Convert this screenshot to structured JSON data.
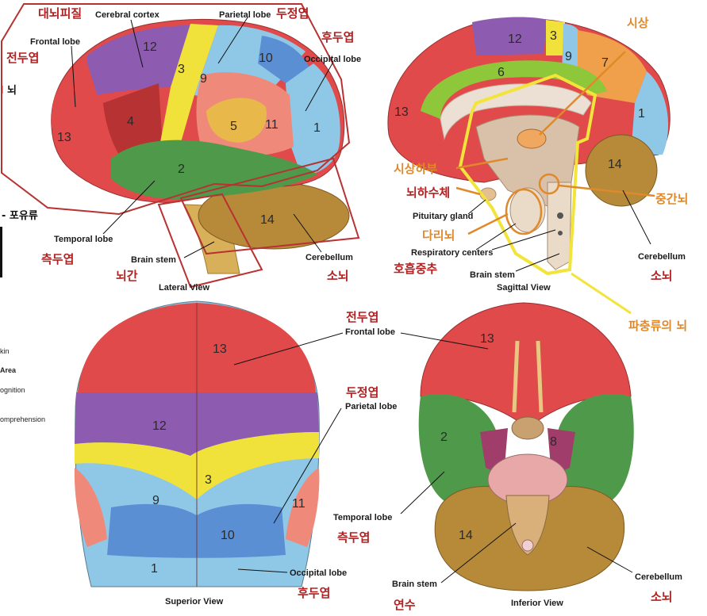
{
  "colors": {
    "frontal_red": "#e04a4a",
    "purple": "#8d5cb0",
    "yellow": "#f0e23a",
    "light_blue": "#8ec8e6",
    "mid_blue": "#5b8fd4",
    "green": "#4f9a4a",
    "brown": "#b78a3a",
    "salmon": "#ef8a7a",
    "annotation_red": "#b22222",
    "annotation_orange": "#e0892b",
    "outline_red": "#b83232",
    "outline_yellow": "#f2e43a"
  },
  "left_margin": {
    "fragment_1": "l 뇌",
    "fragment_2": "- 포유류",
    "notes": [
      "kin",
      "Area",
      "ognition",
      "omprehension"
    ]
  },
  "lateral_view": {
    "caption": "Lateral View",
    "labels_en": {
      "cerebral_cortex": "Cerebral cortex",
      "parietal_lobe": "Parietal lobe",
      "frontal_lobe": "Frontal lobe",
      "occipital_lobe": "Occipital lobe",
      "temporal_lobe": "Temporal lobe",
      "brain_stem": "Brain stem",
      "cerebellum": "Cerebellum"
    },
    "labels_kr": {
      "cerebral_cortex": "대뇌피질",
      "parietal": "두정엽",
      "occipital": "후두엽",
      "frontal": "전두엽",
      "temporal": "측두엽",
      "brain_stem": "뇌간",
      "cerebellum": "소뇌"
    },
    "numbers": [
      "12",
      "10",
      "3",
      "9",
      "4",
      "5",
      "11",
      "1",
      "13",
      "2",
      "14"
    ]
  },
  "sagittal_view": {
    "caption": "Sagittal View",
    "labels_en": {
      "pituitary": "Pituitary gland",
      "respiratory": "Respiratory centers",
      "brain_stem": "Brain stem",
      "cerebellum": "Cerebellum"
    },
    "labels_kr": {
      "thalamus": "시상",
      "hypothalamus": "시상하부",
      "pituitary": "뇌하수체",
      "midbrain": "중간뇌",
      "pons": "다리뇌",
      "respiratory": "호흡중추",
      "cerebellum": "소뇌",
      "reptile": "파충류의 뇌"
    },
    "numbers": [
      "12",
      "3",
      "9",
      "7",
      "6",
      "13",
      "1",
      "14"
    ]
  },
  "superior_view": {
    "caption": "Superior View",
    "labels_en": {
      "frontal": "Frontal lobe",
      "parietal": "Parietal lobe",
      "occipital": "Occipital lobe"
    },
    "labels_kr": {
      "frontal": "전두엽",
      "parietal": "두정엽",
      "occipital": "후두엽"
    },
    "numbers": [
      "13",
      "12",
      "3",
      "9",
      "11",
      "10",
      "1"
    ]
  },
  "inferior_view": {
    "caption": "Inferior View",
    "labels_en": {
      "temporal": "Temporal lobe",
      "brain_stem": "Brain stem",
      "cerebellum": "Cerebellum"
    },
    "labels_kr": {
      "temporal": "측두엽",
      "medulla": "연수",
      "cerebellum": "소뇌"
    },
    "numbers": [
      "13",
      "2",
      "8",
      "14"
    ]
  }
}
